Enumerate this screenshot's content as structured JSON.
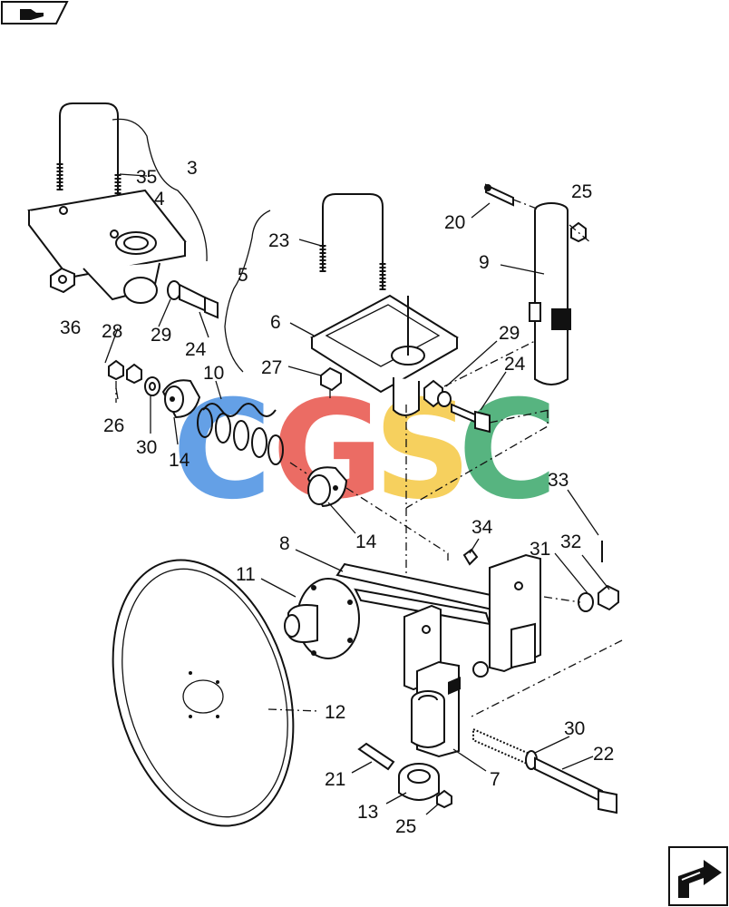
{
  "nav": {
    "prev_icon": "hand-pointer-icon",
    "next_icon": "arrow-next-icon"
  },
  "watermark": {
    "letters": [
      "C",
      "G",
      "S",
      "C"
    ],
    "colors": [
      "#4a90e2",
      "#e8534a",
      "#f5c842",
      "#3aa86b"
    ]
  },
  "callouts": [
    {
      "id": "c-3",
      "text": "3"
    },
    {
      "id": "c-35",
      "text": "35"
    },
    {
      "id": "c-4",
      "text": "4"
    },
    {
      "id": "c-36",
      "text": "36"
    },
    {
      "id": "c-29a",
      "text": "29"
    },
    {
      "id": "c-24a",
      "text": "24"
    },
    {
      "id": "c-5",
      "text": "5"
    },
    {
      "id": "c-23",
      "text": "23"
    },
    {
      "id": "c-6",
      "text": "6"
    },
    {
      "id": "c-27",
      "text": "27"
    },
    {
      "id": "c-20",
      "text": "20"
    },
    {
      "id": "c-25a",
      "text": "25"
    },
    {
      "id": "c-9",
      "text": "9"
    },
    {
      "id": "c-29b",
      "text": "29"
    },
    {
      "id": "c-24b",
      "text": "24"
    },
    {
      "id": "c-28",
      "text": "28"
    },
    {
      "id": "c-10",
      "text": "10"
    },
    {
      "id": "c-26",
      "text": "26"
    },
    {
      "id": "c-30a",
      "text": "30"
    },
    {
      "id": "c-14a",
      "text": "14"
    },
    {
      "id": "c-14b",
      "text": "14"
    },
    {
      "id": "c-33",
      "text": "33"
    },
    {
      "id": "c-34",
      "text": "34"
    },
    {
      "id": "c-8",
      "text": "8"
    },
    {
      "id": "c-31",
      "text": "31"
    },
    {
      "id": "c-32",
      "text": "32"
    },
    {
      "id": "c-11",
      "text": "11"
    },
    {
      "id": "c-12",
      "text": "12"
    },
    {
      "id": "c-30b",
      "text": "30"
    },
    {
      "id": "c-22",
      "text": "22"
    },
    {
      "id": "c-21",
      "text": "21"
    },
    {
      "id": "c-7",
      "text": "7"
    },
    {
      "id": "c-13",
      "text": "13"
    },
    {
      "id": "c-25b",
      "text": "25"
    }
  ]
}
